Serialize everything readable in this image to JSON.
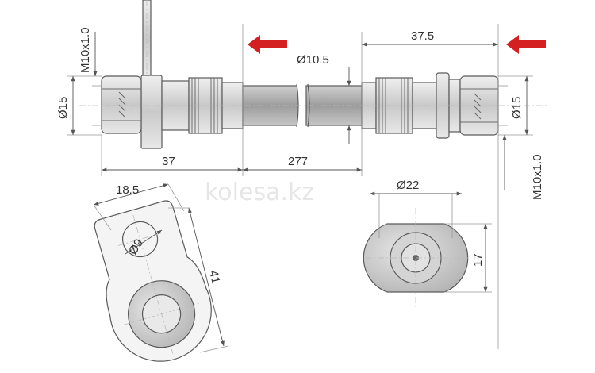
{
  "watermark": "kolesa.kz",
  "dimensions": {
    "thread_left": "M10x1.0",
    "thread_right": "M10x1.0",
    "dia_left": "Ø15",
    "dia_right": "Ø15",
    "dia_hose": "Ø10.5",
    "len_right_fitting": "37.5",
    "len_left_fitting": "37",
    "len_hose": "277",
    "bracket_width": "18.5",
    "bracket_hole": "Ø9",
    "bracket_length": "41",
    "flange_dia": "Ø22",
    "flange_flat": "17"
  },
  "colors": {
    "arrow": "#d42020",
    "hose": "#a8a8a8",
    "fitting": "#d8d8d8",
    "flange": "#c8c8c8"
  }
}
